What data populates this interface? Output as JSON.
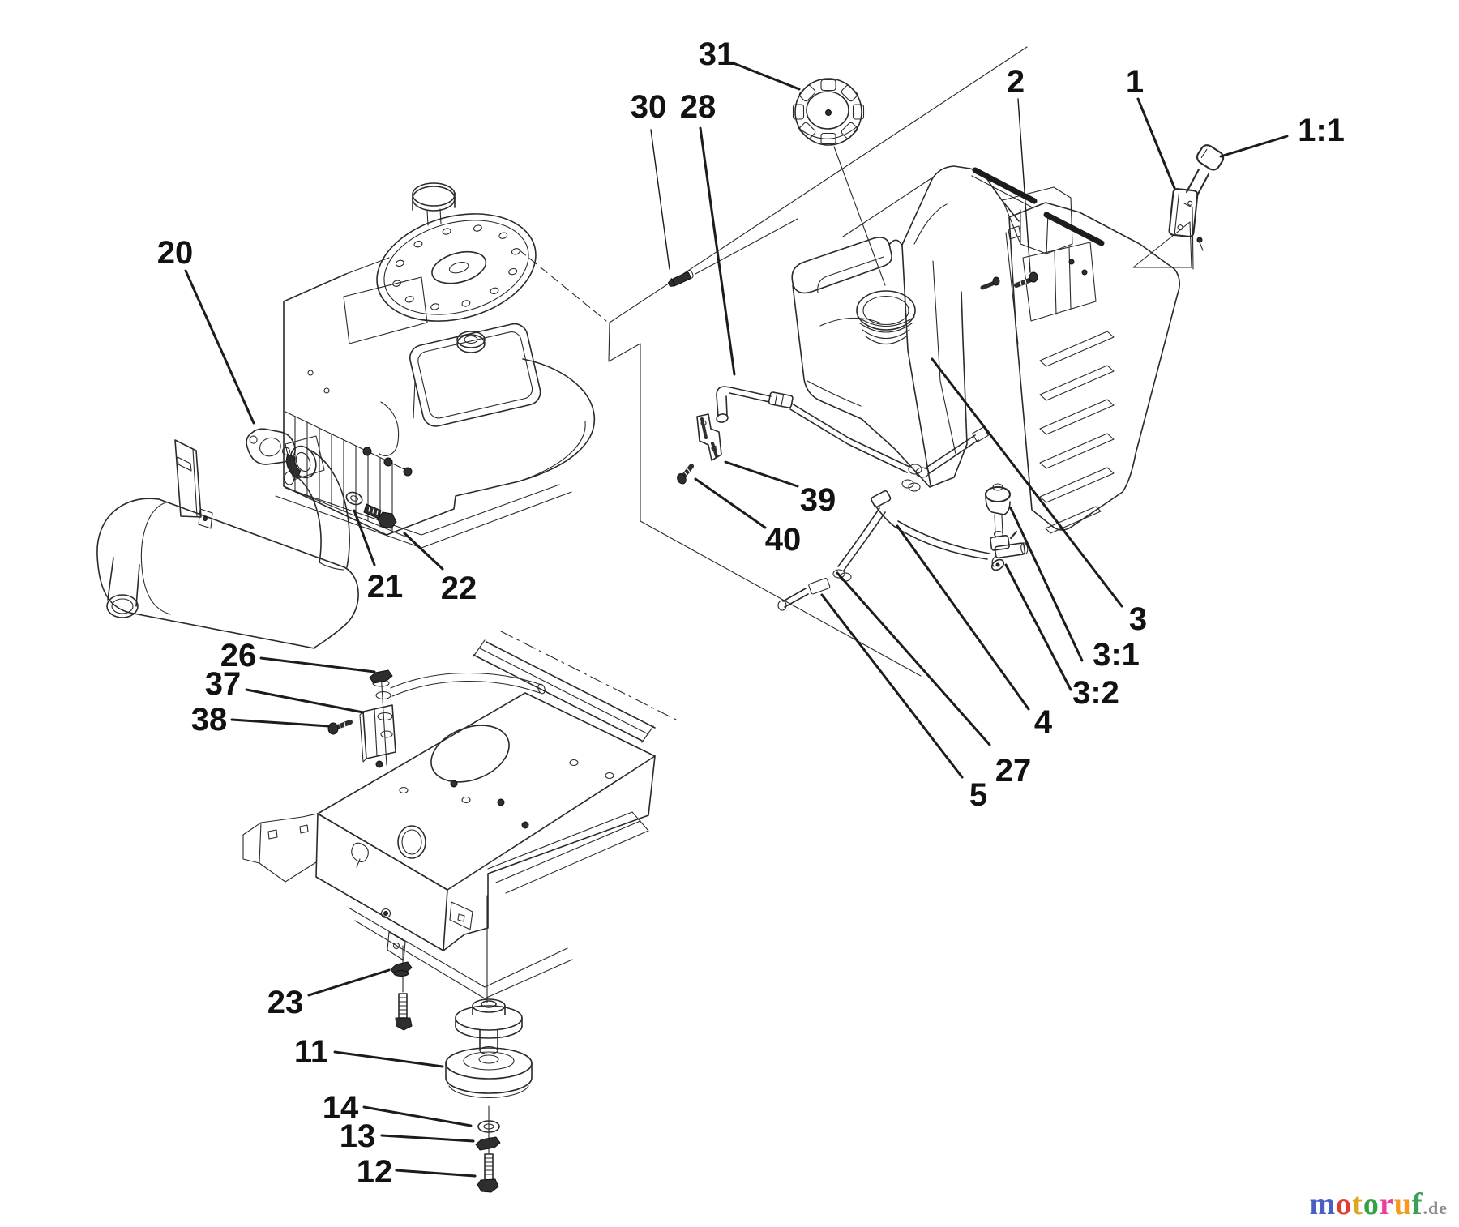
{
  "figure": {
    "kind": "exploded-parts-diagram",
    "ink_color": "#2a2a2a",
    "label_color": "#121212",
    "background": "#ffffff"
  },
  "callouts": [
    {
      "label": "31"
    },
    {
      "label": "30"
    },
    {
      "label": "28"
    },
    {
      "label": "2"
    },
    {
      "label": "1"
    },
    {
      "label": "1:1"
    },
    {
      "label": "20"
    },
    {
      "label": "21"
    },
    {
      "label": "22"
    },
    {
      "label": "26"
    },
    {
      "label": "37"
    },
    {
      "label": "38"
    },
    {
      "label": "23"
    },
    {
      "label": "11"
    },
    {
      "label": "14"
    },
    {
      "label": "13"
    },
    {
      "label": "12"
    },
    {
      "label": "39"
    },
    {
      "label": "40"
    },
    {
      "label": "3"
    },
    {
      "label": "3:1"
    },
    {
      "label": "3:2"
    },
    {
      "label": "4"
    },
    {
      "label": "27"
    },
    {
      "label": "5"
    }
  ],
  "watermark": {
    "letters": [
      {
        "char": "m",
        "color": "#4a5fc4"
      },
      {
        "char": "o",
        "color": "#e23b32"
      },
      {
        "char": "t",
        "color": "#e0a51e"
      },
      {
        "char": "o",
        "color": "#35a044"
      },
      {
        "char": "r",
        "color": "#ee3f98"
      },
      {
        "char": "u",
        "color": "#f59a1f"
      },
      {
        "char": "f",
        "color": "#3aa05a"
      }
    ],
    "suffix": ".de"
  }
}
